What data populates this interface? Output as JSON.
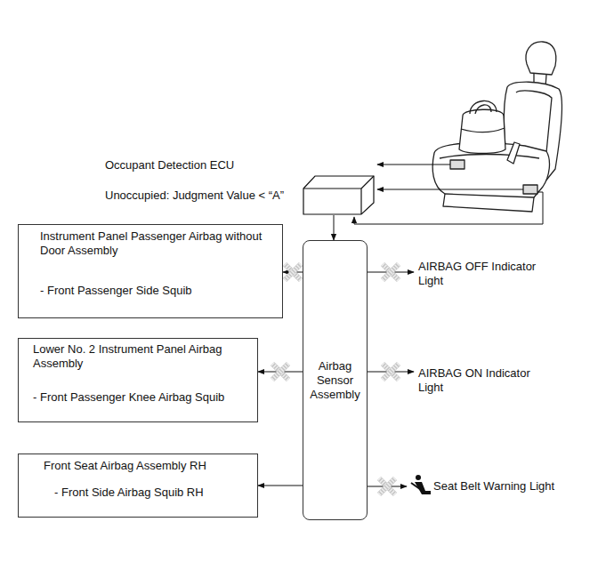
{
  "diagram": {
    "nodes": [
      {
        "text": [
          "Occupant Detection ECU",
          "Unoccupied: Judgment Value < “A”"
        ]
      },
      {
        "text": [
          "Instrument Panel Passenger Airbag without Door Assembly",
          "- Front Passenger Side Squib"
        ]
      },
      {
        "text": [
          "Lower No. 2 Instrument Panel Airbag Assembly",
          "- Front Passenger Knee Airbag Squib"
        ]
      },
      {
        "text": [
          "Front Seat Airbag Assembly RH",
          "- Front Side Airbag Squib RH"
        ]
      },
      {
        "text": [
          "Airbag Sensor Assembly"
        ]
      },
      {
        "text": [
          "AIRBAG OFF Indicator Light"
        ]
      },
      {
        "text": [
          "AIRBAG ON Indicator Light"
        ]
      },
      {
        "text": [
          "Seat Belt Warning Light"
        ]
      }
    ],
    "edges": [
      {
        "from": 0,
        "to": 4,
        "arrow": "to"
      },
      {
        "from": 4,
        "to": 1,
        "arrow": "to"
      },
      {
        "from": 4,
        "to": 2,
        "arrow": "to"
      },
      {
        "from": 4,
        "to": 3,
        "arrow": "to"
      },
      {
        "from": 4,
        "to": 5,
        "arrow": "to"
      },
      {
        "from": 4,
        "to": 6,
        "arrow": "to"
      },
      {
        "from": 4,
        "to": 7,
        "arrow": "to"
      }
    ]
  }
}
